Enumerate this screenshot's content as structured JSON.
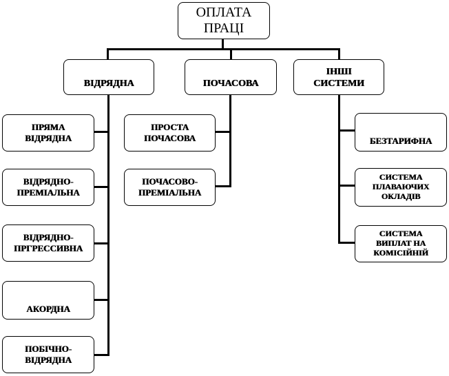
{
  "root": {
    "label": "ОПЛАТА\nПРАЦІ"
  },
  "categories": [
    {
      "label": "ВІДРЯДНА",
      "children": [
        "ПРЯМА\nВІДРЯДНА",
        "ВІДРЯДНО-\nПРЕМІАЛЬНА",
        "ВІДРЯДНО-\nПРГРЕССИВНА",
        "АКОРДНА",
        "ПОБІЧНО-\nВІДРЯДНА"
      ]
    },
    {
      "label": "ПОЧАСОВА",
      "children": [
        "ПРОСТА\nПОЧАСОВА",
        "ПОЧАСОВО-\nПРЕМІАЛЬНА"
      ]
    },
    {
      "label": "ІНШІ\nСИСТЕМИ",
      "children": [
        "БЕЗТАРИФНА",
        "СИСТЕМА\nПЛАВАЮЧИХ\nОКЛАДІВ",
        "СИСТЕМА\nВИПЛАТ НА\nКОМІСІЙНІЙ"
      ]
    }
  ]
}
